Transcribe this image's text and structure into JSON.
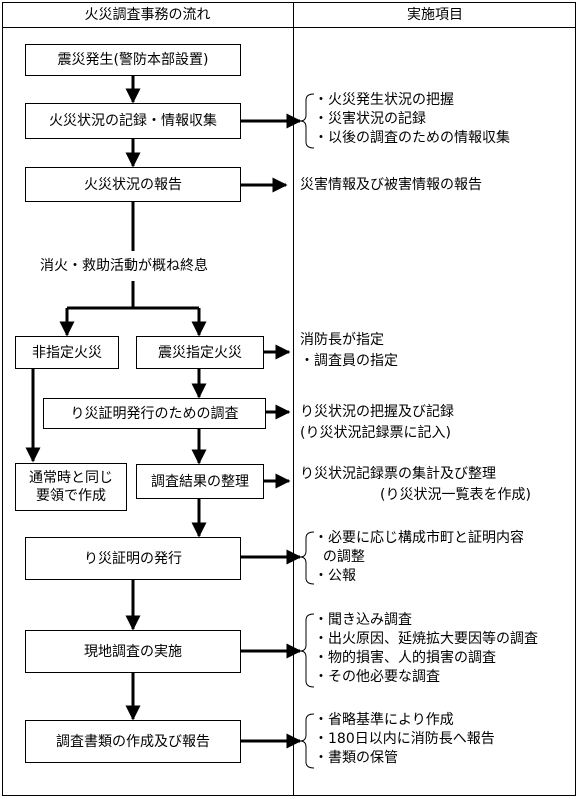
{
  "headers": {
    "left": "火災調査事務の流れ",
    "right": "実施項目"
  },
  "flow": {
    "b1": "震災発生(警防本部設置)",
    "b2": "火災状況の記録・情報収集",
    "b3": "火災状況の報告",
    "label_end": "消火・救助活動が概ね終息",
    "b_nondesignated": "非指定火災",
    "b_designated": "震災指定火災",
    "b_normal": "通常時と同じ\n要領で作成",
    "b_survey": "り災証明発行のための調査",
    "b_organize": "調査結果の整理",
    "b_issue": "り災証明の発行",
    "b_field": "現地調査の実施",
    "b_docs": "調査書類の作成及び報告"
  },
  "items": {
    "g1": [
      "・火災発生状況の把握",
      "・災害状況の記録",
      "・以後の調査のための情報収集"
    ],
    "t_report": "災害情報及び被害情報の報告",
    "t_chief": [
      "消防長が指定",
      "・調査員の指定"
    ],
    "t_survey": [
      "り災状況の把握及び記録",
      "(り災状況記録票に記入)"
    ],
    "t_organize": [
      "り災状況記録票の集計及び整理",
      "(り災状況一覧表を作成)"
    ],
    "g_issue": [
      "・必要に応じ構成市町と証明内容",
      "  の調整",
      "・公報"
    ],
    "g_field": [
      "・聞き込み調査",
      "・出火原因、延焼拡大要因等の調査",
      "・物的損害、人的損害の調査",
      "・その他必要な調査"
    ],
    "g_docs": [
      "・省略基準により作成",
      "・180日以内に消防長へ報告",
      "・書類の保管"
    ]
  }
}
